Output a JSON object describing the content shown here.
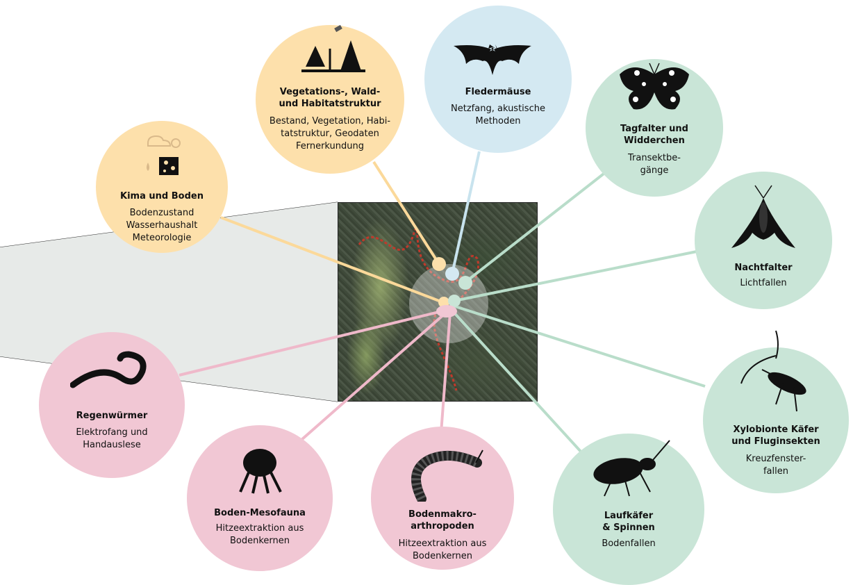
{
  "colors": {
    "orange": "#fde0ab",
    "blue": "#d4e9f2",
    "green": "#c9e5d7",
    "pink": "#f1c7d4",
    "orange_line": "#fbd99a",
    "blue_line": "#c8e3ee",
    "green_line": "#b9ddca",
    "pink_line": "#efb9ca",
    "route_red": "#c0392b"
  },
  "nodes": {
    "klima": {
      "title": "Kima und Boden",
      "desc": "Bodenzustand\nWasserhaushalt\nMeteorologie",
      "icon": "weather-soil-icon"
    },
    "vegetation": {
      "title": "Vegetations-, Wald-\nund Habitatstruktur",
      "desc": "Bestand, Vegetation, Habi-\ntatstruktur, Geodaten\nFernerkundung",
      "icon": "forest-satellite-icon"
    },
    "fledermaeuse": {
      "title": "Fledermäuse",
      "desc": "Netzfang, akustische\nMethoden",
      "icon": "bat-icon"
    },
    "tagfalter": {
      "title": "Tagfalter und\nWidderchen",
      "desc": "Transektbe-\ngänge",
      "icon": "butterfly-icon"
    },
    "nachtfalter": {
      "title": "Nachtfalter",
      "desc": "Lichtfallen",
      "icon": "moth-icon"
    },
    "xylobionte": {
      "title": "Xylobionte Käfer\nund Fluginsekten",
      "desc": "Kreuzfenster-\nfallen",
      "icon": "longhorn-beetle-icon"
    },
    "laufkaefer": {
      "title": "Laufkäfer\n& Spinnen",
      "desc": "Bodenfallen",
      "icon": "ground-beetle-icon"
    },
    "makro": {
      "title": "Bodenmakro-\narthropoden",
      "desc": "Hitzeextraktion aus\nBodenkernen",
      "icon": "millipede-icon"
    },
    "meso": {
      "title": "Boden-Mesofauna",
      "desc": "Hitzeextraktion aus\nBodenkernen",
      "icon": "mite-icon"
    },
    "regenwuermer": {
      "title": "Regenwürmer",
      "desc": "Elektrofang und\nHandauslese",
      "icon": "earthworm-icon"
    }
  }
}
